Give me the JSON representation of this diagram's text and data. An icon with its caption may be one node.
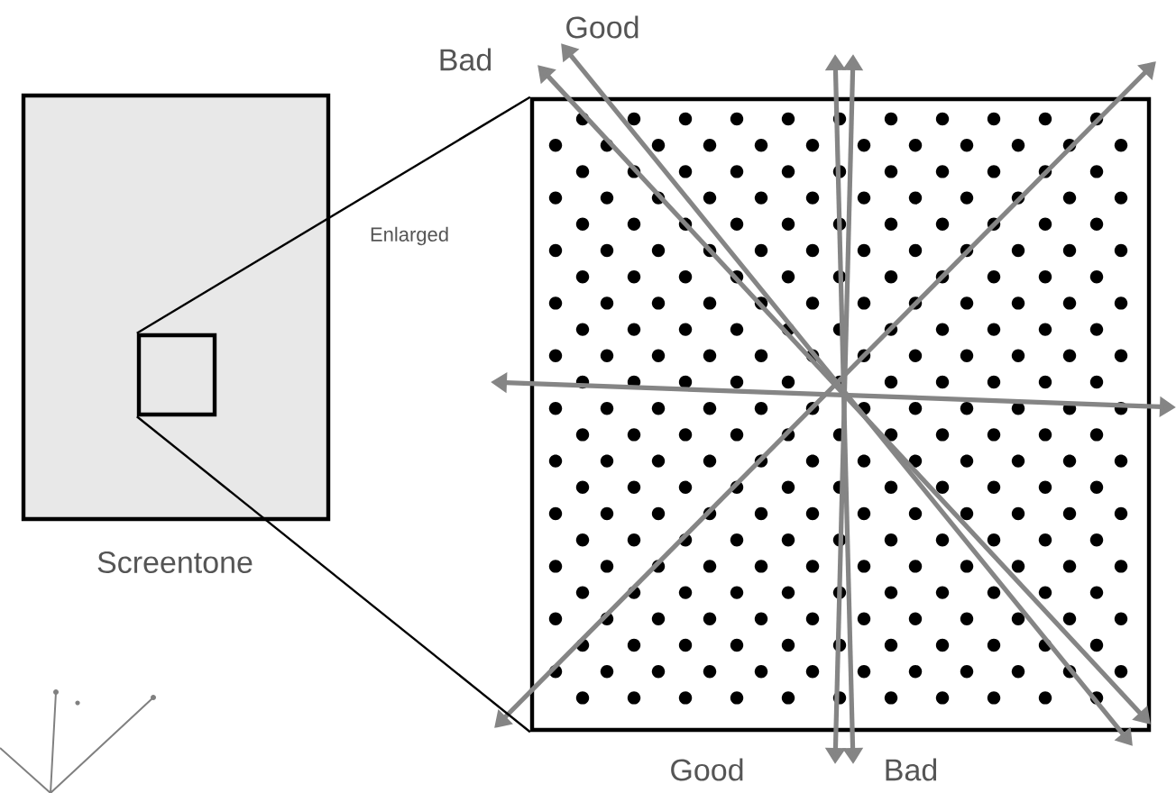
{
  "diagram": {
    "nodes": [
      {
        "text": [],
        "shape": "box",
        "beside": [
          "Screentone"
        ]
      },
      {
        "text": [],
        "shape": "box",
        "in": 0
      },
      {
        "text": [],
        "shape": "box"
      }
    ],
    "edges": [
      {
        "from": 1,
        "to": 2,
        "arrow": "none",
        "label": "Enlarged"
      },
      {
        "from": 1,
        "to": 2,
        "arrow": "none"
      }
    ],
    "labels": [
      "Bad",
      "Good",
      "Good",
      "Bad"
    ]
  }
}
